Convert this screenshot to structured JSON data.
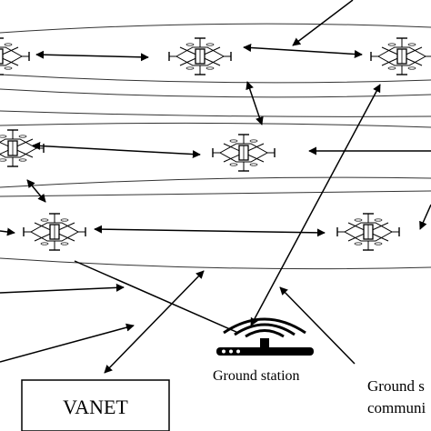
{
  "labels": {
    "ground_station": "Ground station",
    "ground_comm_line1": "Ground s",
    "ground_comm_line2": "communi",
    "vanet": "VANET"
  },
  "icons": {
    "drone": "quadcopter-drone-icon",
    "station": "ground-station-router-icon"
  },
  "colors": {
    "stroke": "#000000",
    "lane": "#333333",
    "background": "#ffffff"
  }
}
